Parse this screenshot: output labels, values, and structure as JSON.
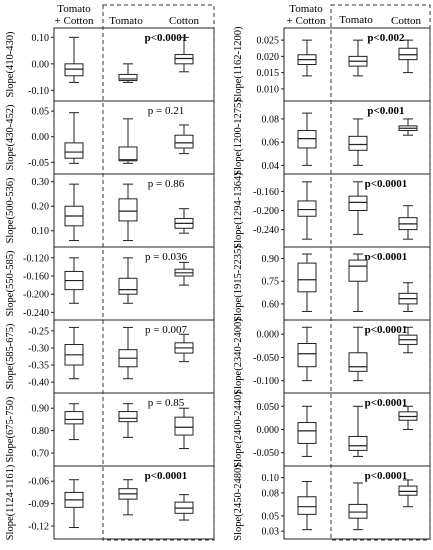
{
  "headers": {
    "combined": [
      "Tomato",
      "+ Cotton"
    ],
    "tomato": "Tomato",
    "cotton": "Cotton"
  },
  "chart_data": {
    "type": "boxplot",
    "columns": [
      {
        "panels": [
          {
            "ylabel": "Slope(410-430)",
            "ticks": [
              0.1,
              0.0,
              -0.1
            ],
            "tick_labels": [
              "0.10",
              "0.00",
              "-0.10"
            ],
            "ylim": [
              -0.125,
              0.12
            ],
            "p_label": "p<0.0001",
            "bold": true,
            "boxes": [
              {
                "group": "Tomato + Cotton",
                "whislo": -0.07,
                "q1": -0.045,
                "med": -0.02,
                "q3": 0.0,
                "whishi": 0.1
              },
              {
                "group": "Tomato",
                "whislo": -0.07,
                "q1": -0.063,
                "med": -0.057,
                "q3": -0.04,
                "whishi": 0.0
              },
              {
                "group": "Cotton",
                "whislo": -0.03,
                "q1": 0.0,
                "med": 0.02,
                "q3": 0.035,
                "whishi": 0.1
              }
            ]
          },
          {
            "ylabel": "Slope(430-452)",
            "ticks": [
              0.05,
              0.0,
              -0.05
            ],
            "tick_labels": [
              "0.05",
              "0.00",
              "-0.05"
            ],
            "ylim": [
              -0.065,
              0.062
            ],
            "p_label": "p = 0.21",
            "bold": false,
            "boxes": [
              {
                "group": "Tomato + Cotton",
                "whislo": -0.052,
                "q1": -0.042,
                "med": -0.03,
                "q3": -0.012,
                "whishi": 0.047
              },
              {
                "group": "Tomato",
                "whislo": -0.052,
                "q1": -0.047,
                "med": -0.045,
                "q3": -0.02,
                "whishi": 0.035
              },
              {
                "group": "Cotton",
                "whislo": -0.033,
                "q1": -0.022,
                "med": -0.012,
                "q3": 0.003,
                "whishi": 0.023
              }
            ]
          },
          {
            "ylabel": "Slope(500-536)",
            "ticks": [
              0.3,
              0.2,
              0.1
            ],
            "tick_labels": [
              "0.30",
              "0.20",
              "0.10"
            ],
            "ylim": [
              0.05,
              0.315
            ],
            "p_label": "p = 0.86",
            "bold": false,
            "boxes": [
              {
                "group": "Tomato + Cotton",
                "whislo": 0.06,
                "q1": 0.12,
                "med": 0.16,
                "q3": 0.2,
                "whishi": 0.29
              },
              {
                "group": "Tomato",
                "whislo": 0.06,
                "q1": 0.14,
                "med": 0.18,
                "q3": 0.23,
                "whishi": 0.29
              },
              {
                "group": "Cotton",
                "whislo": 0.09,
                "q1": 0.11,
                "med": 0.13,
                "q3": 0.15,
                "whishi": 0.19
              }
            ]
          },
          {
            "ylabel": "Slope(550-585)",
            "ticks": [
              -0.12,
              -0.16,
              -0.2,
              -0.24
            ],
            "tick_labels": [
              "-0.120",
              "-0.160",
              "-0.200",
              "-0.240"
            ],
            "ylim": [
              -0.248,
              -0.105
            ],
            "p_label": "p = 0.036",
            "bold": false,
            "boxes": [
              {
                "group": "Tomato + Cotton",
                "whislo": -0.22,
                "q1": -0.19,
                "med": -0.17,
                "q3": -0.15,
                "whishi": -0.12
              },
              {
                "group": "Tomato",
                "whislo": -0.22,
                "q1": -0.2,
                "med": -0.19,
                "q3": -0.165,
                "whishi": -0.12
              },
              {
                "group": "Cotton",
                "whislo": -0.18,
                "q1": -0.16,
                "med": -0.153,
                "q3": -0.145,
                "whishi": -0.13
              }
            ]
          },
          {
            "ylabel": "Slope(585-675)",
            "ticks": [
              -0.25,
              -0.3,
              -0.35,
              -0.4
            ],
            "tick_labels": [
              "-0.25",
              "-0.30",
              "-0.35",
              "-0.40"
            ],
            "ylim": [
              -0.42,
              -0.23
            ],
            "p_label": "p = 0.007",
            "bold": false,
            "boxes": [
              {
                "group": "Tomato + Cotton",
                "whislo": -0.39,
                "q1": -0.35,
                "med": -0.32,
                "q3": -0.29,
                "whishi": -0.24
              },
              {
                "group": "Tomato",
                "whislo": -0.39,
                "q1": -0.355,
                "med": -0.33,
                "q3": -0.305,
                "whishi": -0.24
              },
              {
                "group": "Cotton",
                "whislo": -0.34,
                "q1": -0.315,
                "med": -0.3,
                "q3": -0.285,
                "whishi": -0.26
              }
            ]
          },
          {
            "ylabel": "Slope(675-750)",
            "ticks": [
              0.9,
              0.8,
              0.7
            ],
            "tick_labels": [
              "0.90",
              "0.80",
              "0.70"
            ],
            "ylim": [
              0.66,
              0.95
            ],
            "p_label": "p = 0.85",
            "bold": false,
            "boxes": [
              {
                "group": "Tomato + Cotton",
                "whislo": 0.76,
                "q1": 0.83,
                "med": 0.85,
                "q3": 0.885,
                "whishi": 0.92
              },
              {
                "group": "Tomato",
                "whislo": 0.77,
                "q1": 0.84,
                "med": 0.855,
                "q3": 0.885,
                "whishi": 0.92
              },
              {
                "group": "Cotton",
                "whislo": 0.72,
                "q1": 0.78,
                "med": 0.815,
                "q3": 0.86,
                "whishi": 0.9
              }
            ]
          },
          {
            "ylabel": "Slope(1124-1161)",
            "ticks": [
              -0.06,
              -0.09,
              -0.12
            ],
            "tick_labels": [
              "-0.06",
              "-0.09",
              "-0.12"
            ],
            "ylim": [
              -0.132,
              -0.045
            ],
            "p_label": "p<0.0001",
            "bold": true,
            "boxes": [
              {
                "group": "Tomato + Cotton",
                "whislo": -0.122,
                "q1": -0.095,
                "med": -0.085,
                "q3": -0.075,
                "whishi": -0.058
              },
              {
                "group": "Tomato",
                "whislo": -0.105,
                "q1": -0.084,
                "med": -0.077,
                "q3": -0.07,
                "whishi": -0.058
              },
              {
                "group": "Cotton",
                "whislo": -0.112,
                "q1": -0.103,
                "med": -0.096,
                "q3": -0.088,
                "whishi": -0.078
              }
            ]
          }
        ]
      },
      {
        "panels": [
          {
            "ylabel": "Slope(1162-1200)",
            "ticks": [
              0.025,
              0.02,
              0.015,
              0.01
            ],
            "tick_labels": [
              "0.025",
              "0.020",
              "0.015",
              "0.010"
            ],
            "ylim": [
              0.0075,
              0.0275
            ],
            "p_label": "p<0.002",
            "bold": true,
            "boxes": [
              {
                "group": "Tomato + Cotton",
                "whislo": 0.014,
                "q1": 0.0175,
                "med": 0.019,
                "q3": 0.0205,
                "whishi": 0.025
              },
              {
                "group": "Tomato",
                "whislo": 0.014,
                "q1": 0.017,
                "med": 0.0185,
                "q3": 0.02,
                "whishi": 0.025
              },
              {
                "group": "Cotton",
                "whislo": 0.015,
                "q1": 0.019,
                "med": 0.0205,
                "q3": 0.0225,
                "whishi": 0.025
              }
            ]
          },
          {
            "ylabel": "Slope(1200-1275)",
            "ticks": [
              0.08,
              0.06,
              0.04
            ],
            "tick_labels": [
              "0.08",
              "0.06",
              "0.04"
            ],
            "ylim": [
              0.036,
              0.092
            ],
            "p_label": "p<0.001",
            "bold": true,
            "boxes": [
              {
                "group": "Tomato + Cotton",
                "whislo": 0.04,
                "q1": 0.055,
                "med": 0.063,
                "q3": 0.07,
                "whishi": 0.085
              },
              {
                "group": "Tomato",
                "whislo": 0.04,
                "q1": 0.053,
                "med": 0.058,
                "q3": 0.065,
                "whishi": 0.08
              },
              {
                "group": "Cotton",
                "whislo": 0.066,
                "q1": 0.07,
                "med": 0.072,
                "q3": 0.074,
                "whishi": 0.08
              }
            ]
          },
          {
            "ylabel": "Slope(1294-1364)",
            "ticks": [
              -0.16,
              -0.2,
              -0.24
            ],
            "tick_labels": [
              "-0.160",
              "-0.200",
              "-0.240"
            ],
            "ylim": [
              -0.268,
              -0.132
            ],
            "p_label": "p<0.0001",
            "bold": true,
            "boxes": [
              {
                "group": "Tomato + Cotton",
                "whislo": -0.26,
                "q1": -0.212,
                "med": -0.198,
                "q3": -0.18,
                "whishi": -0.14
              },
              {
                "group": "Tomato",
                "whislo": -0.25,
                "q1": -0.2,
                "med": -0.183,
                "q3": -0.17,
                "whishi": -0.14
              },
              {
                "group": "Cotton",
                "whislo": -0.26,
                "q1": -0.24,
                "med": -0.228,
                "q3": -0.215,
                "whishi": -0.19
              }
            ]
          },
          {
            "ylabel": "Slope(1915-2235)",
            "ticks": [
              0.9,
              0.75,
              0.6
            ],
            "tick_labels": [
              "0.90",
              "0.75",
              "0.60"
            ],
            "ylim": [
              0.52,
              0.95
            ],
            "p_label": "p<0.0001",
            "bold": true,
            "boxes": [
              {
                "group": "Tomato + Cotton",
                "whislo": 0.55,
                "q1": 0.68,
                "med": 0.76,
                "q3": 0.87,
                "whishi": 0.93
              },
              {
                "group": "Tomato",
                "whislo": 0.55,
                "q1": 0.75,
                "med": 0.85,
                "q3": 0.89,
                "whishi": 0.93
              },
              {
                "group": "Cotton",
                "whislo": 0.55,
                "q1": 0.6,
                "med": 0.635,
                "q3": 0.67,
                "whishi": 0.74
              }
            ]
          },
          {
            "ylabel": "Slope(2340-2400)",
            "ticks": [
              0.0,
              -0.05,
              -0.1
            ],
            "tick_labels": [
              "0.000",
              "-0.050",
              "-0.100"
            ],
            "ylim": [
              -0.118,
              0.022
            ],
            "p_label": "p<0.0001",
            "bold": true,
            "boxes": [
              {
                "group": "Tomato + Cotton",
                "whislo": -0.1,
                "q1": -0.07,
                "med": -0.042,
                "q3": -0.02,
                "whishi": 0.015
              },
              {
                "group": "Tomato",
                "whislo": -0.1,
                "q1": -0.08,
                "med": -0.07,
                "q3": -0.04,
                "whishi": 0.015
              },
              {
                "group": "Cotton",
                "whislo": -0.04,
                "q1": -0.022,
                "med": -0.012,
                "q3": -0.002,
                "whishi": 0.015
              }
            ]
          },
          {
            "ylabel": "Slope(2400-2440)",
            "ticks": [
              0.05,
              0.0,
              -0.05
            ],
            "tick_labels": [
              "0.050",
              "0.000",
              "-0.050"
            ],
            "ylim": [
              -0.07,
              0.07
            ],
            "p_label": "p<0.0001",
            "bold": true,
            "boxes": [
              {
                "group": "Tomato + Cotton",
                "whislo": -0.058,
                "q1": -0.03,
                "med": -0.003,
                "q3": 0.015,
                "whishi": 0.05
              },
              {
                "group": "Tomato",
                "whislo": -0.058,
                "q1": -0.045,
                "med": -0.035,
                "q3": -0.015,
                "whishi": 0.05
              },
              {
                "group": "Cotton",
                "whislo": 0.0,
                "q1": 0.02,
                "med": 0.028,
                "q3": 0.038,
                "whishi": 0.05
              }
            ]
          },
          {
            "ylabel": "Slope(2450-2480)",
            "ticks": [
              0.1,
              0.08,
              0.05,
              0.03
            ],
            "tick_labels": [
              "0.10",
              "0.08",
              "0.05",
              "0.03"
            ],
            "ylim": [
              0.025,
              0.11
            ],
            "p_label": "p<0.0001",
            "bold": true,
            "boxes": [
              {
                "group": "Tomato + Cotton",
                "whislo": 0.032,
                "q1": 0.052,
                "med": 0.062,
                "q3": 0.075,
                "whishi": 0.095
              },
              {
                "group": "Tomato",
                "whislo": 0.032,
                "q1": 0.047,
                "med": 0.055,
                "q3": 0.065,
                "whishi": 0.093
              },
              {
                "group": "Cotton",
                "whislo": 0.062,
                "q1": 0.077,
                "med": 0.082,
                "q3": 0.089,
                "whishi": 0.097
              }
            ]
          }
        ]
      }
    ]
  }
}
